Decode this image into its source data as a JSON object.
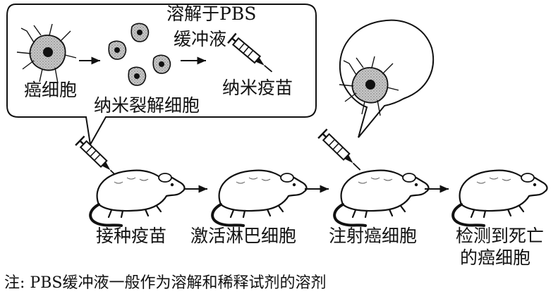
{
  "process": {
    "cancer_cell": "癌细胞",
    "nano_lysed_cells": "纳米裂解细胞",
    "dissolve_line1": "溶解于PBS",
    "dissolve_line2": "缓冲液",
    "nano_vaccine": "纳米疫苗"
  },
  "steps": [
    {
      "label": "接种疫苗"
    },
    {
      "label": "激活淋巴细胞"
    },
    {
      "label": "注射癌细胞"
    },
    {
      "label_line1": "检测到死亡",
      "label_line2": "的癌细胞"
    }
  ],
  "note": "注: PBS缓冲液一般作为溶解和稀释试剂的溶剂",
  "colors": {
    "ink": "#111111",
    "cell_fill": "#d9d9d9",
    "background": "#ffffff"
  }
}
